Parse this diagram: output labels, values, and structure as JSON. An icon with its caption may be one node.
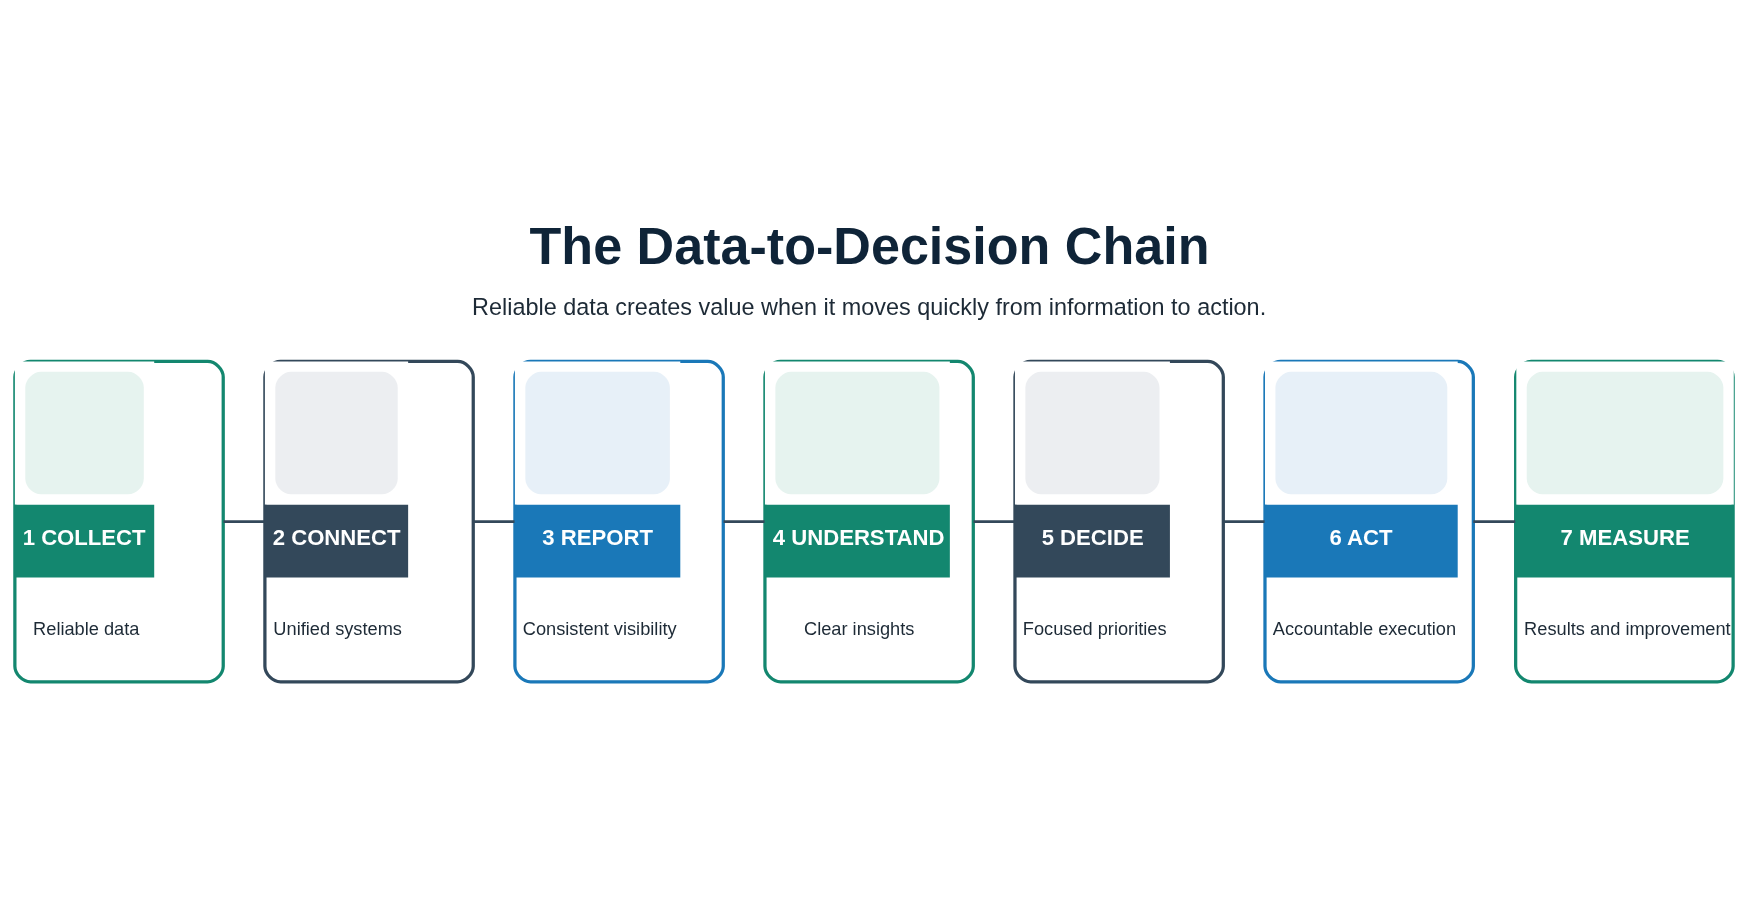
{
  "diagram": {
    "title": "The Data-to-Decision Chain",
    "nodes": [
      {
        "text": [
          "1 COLLECT",
          "Reliable data"
        ]
      },
      {
        "text": [
          "2 CONNECT",
          "Unified systems"
        ]
      },
      {
        "text": [
          "3 REPORT",
          "Consistent visibility"
        ]
      },
      {
        "text": [
          "4 UNDERSTAND",
          "Clear insights"
        ]
      },
      {
        "text": [
          "5 DECIDE",
          "Focused priorities"
        ]
      },
      {
        "text": [
          "6 ACT",
          "Accountable execution"
        ]
      },
      {
        "text": [
          "7 MEASURE",
          "Results and improvement"
        ]
      }
    ],
    "edges": [
      {
        "from": 0,
        "to": 1,
        "arrow": "none"
      },
      {
        "from": 1,
        "to": 2,
        "arrow": "none"
      },
      {
        "from": 2,
        "to": 3,
        "arrow": "none"
      },
      {
        "from": 3,
        "to": 4,
        "arrow": "none"
      },
      {
        "from": 4,
        "to": 5,
        "arrow": "none"
      },
      {
        "from": 5,
        "to": 6,
        "arrow": "none"
      }
    ],
    "labels": [
      "Reliable data creates value when it moves quickly from information to action."
    ]
  }
}
